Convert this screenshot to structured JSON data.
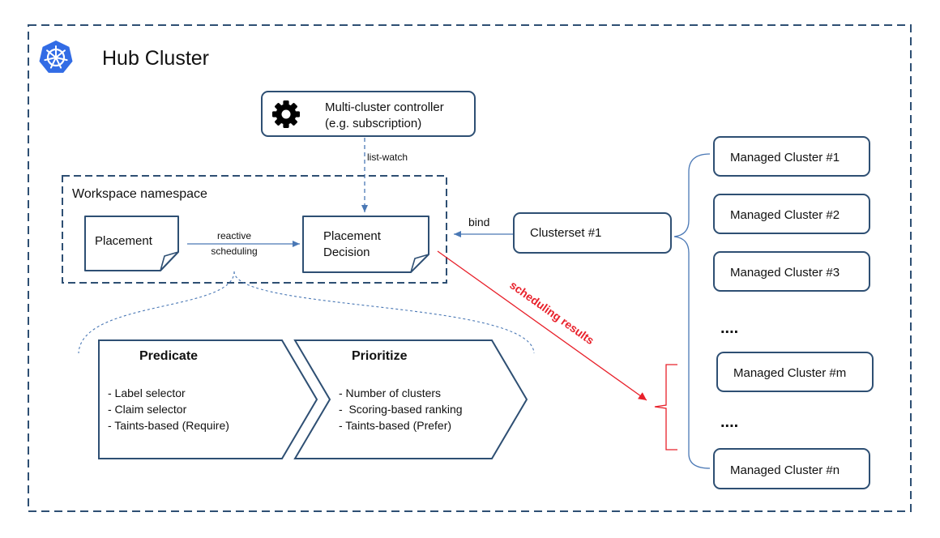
{
  "hub": {
    "title": "Hub Cluster"
  },
  "controller": {
    "line1": "Multi-cluster controller",
    "line2": "(e.g. subscription)"
  },
  "edges": {
    "list_watch": "list-watch",
    "reactive_line1": "reactive",
    "reactive_line2": "scheduling",
    "bind": "bind",
    "scheduling_results": "scheduling results"
  },
  "workspace": {
    "title": "Workspace namespace"
  },
  "placement": {
    "label": "Placement"
  },
  "decision": {
    "line1": "Placement",
    "line2": "Decision"
  },
  "clusterset": {
    "label": "Clusterset #1"
  },
  "predicate": {
    "title": "Predicate",
    "items": [
      "- Label selector",
      "- Claim selector",
      "- Taints-based (Require)"
    ]
  },
  "prioritize": {
    "title": "Prioritize",
    "items": [
      "- Number of clusters",
      "-  Scoring-based ranking",
      "- Taints-based (Prefer)"
    ]
  },
  "managed": {
    "c1": "Managed Cluster #1",
    "c2": "Managed Cluster #2",
    "c3": "Managed Cluster #3",
    "dots1": "....",
    "cm": "Managed Cluster #m",
    "dots2": "....",
    "cn": "Managed Cluster #n"
  },
  "colors": {
    "border": "#2e4f73",
    "arrow_blue": "#4a78b5",
    "result_red": "#e8202a",
    "k8s_blue": "#326ce5"
  },
  "icons": {
    "logo": "kubernetes-icon",
    "gear": "gear-icon"
  }
}
